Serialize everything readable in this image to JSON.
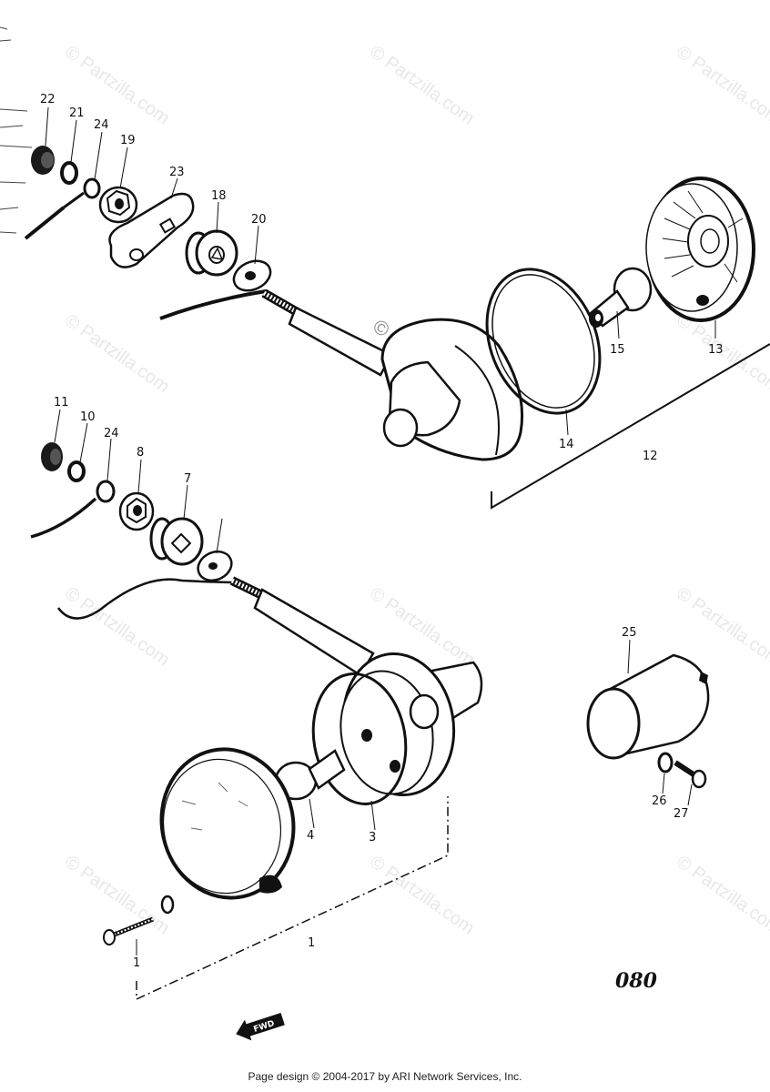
{
  "callouts": {
    "c22": "22",
    "c21": "21",
    "c24a": "24",
    "c19": "19",
    "c23": "23",
    "c18": "18",
    "c20": "20",
    "c15": "15",
    "c13": "13",
    "c14": "14",
    "c12": "12",
    "c11": "11",
    "c10": "10",
    "c24b": "24",
    "c8": "8",
    "c7": "7",
    "c25": "25",
    "c26": "26",
    "c27": "27",
    "c4": "4",
    "c3": "3",
    "c1a": "1",
    "c1b": "1"
  },
  "watermark": "© Partzilla.com",
  "diagram_code": "080",
  "fwd_label": "FWD",
  "footer": "Page design © 2004-2017 by ARI Network Services, Inc."
}
